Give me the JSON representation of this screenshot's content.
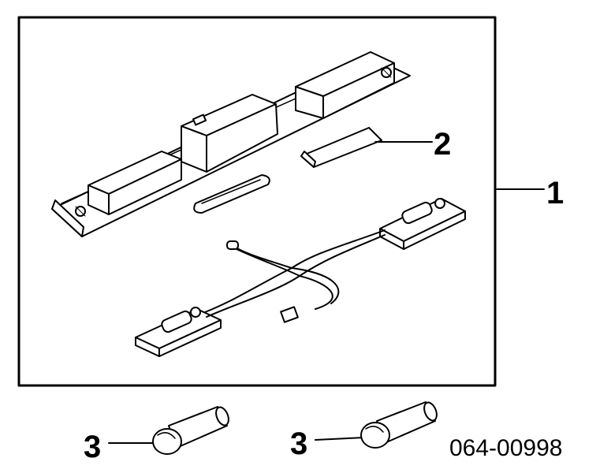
{
  "callouts": {
    "assembly": "1",
    "lens": "2",
    "bulb_left": "3",
    "bulb_right": "3"
  },
  "diagram_code": "064-00998",
  "colors": {
    "line": "#000000",
    "background": "#ffffff"
  }
}
